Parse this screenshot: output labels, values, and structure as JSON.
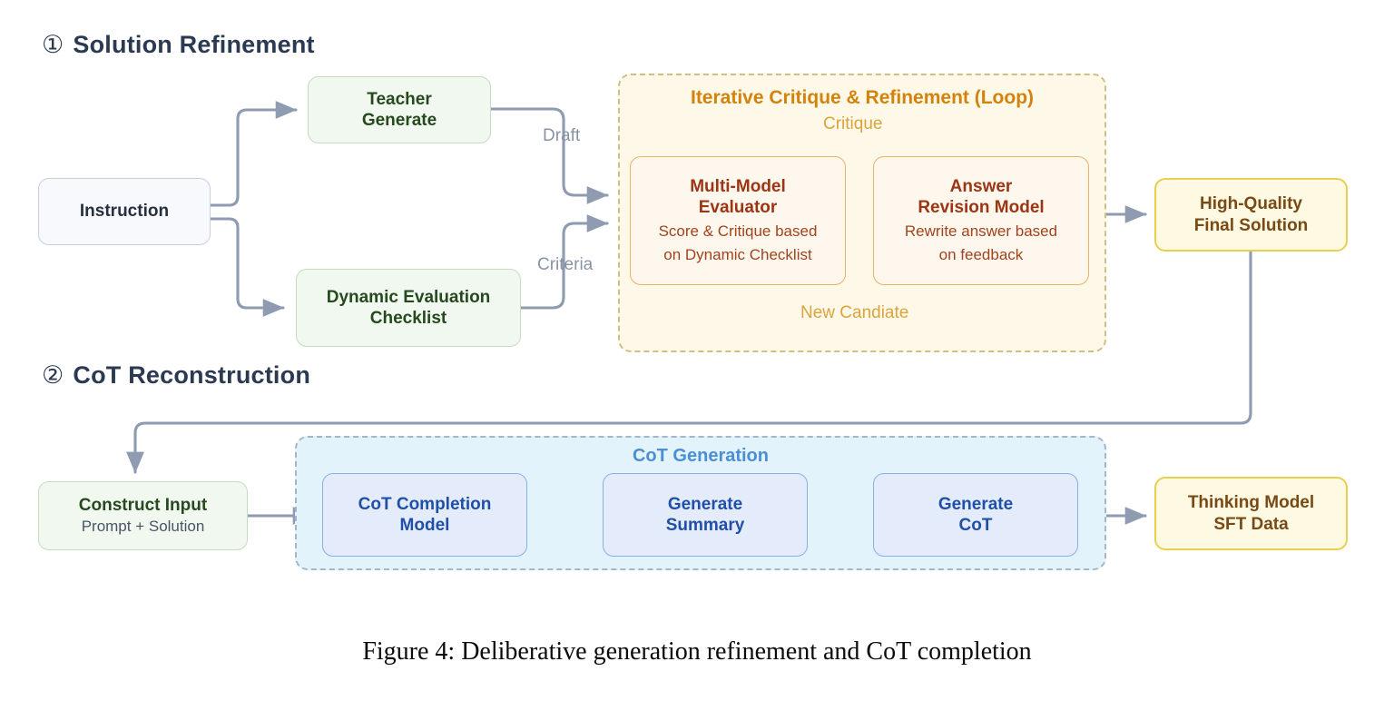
{
  "sections": [
    {
      "num": "①",
      "title": "Solution Refinement"
    },
    {
      "num": "②",
      "title": "CoT Reconstruction"
    }
  ],
  "nodes": {
    "instruction": {
      "title": "Instruction"
    },
    "teacher_generate": {
      "title_line1": "Teacher",
      "title_line2": "Generate"
    },
    "dynamic_checklist": {
      "title_line1": "Dynamic Evaluation",
      "title_line2": "Checklist"
    },
    "multi_model_evaluator": {
      "title_line1": "Multi-Model",
      "title_line2": "Evaluator",
      "sub_line1": "Score & Critique based",
      "sub_line2": "on Dynamic Checklist"
    },
    "answer_revision_model": {
      "title_line1": "Answer",
      "title_line2": "Revision Model",
      "sub_line1": "Rewrite answer based",
      "sub_line2": "on feedback"
    },
    "high_quality_final_solution": {
      "title_line1": "High-Quality",
      "title_line2": "Final Solution"
    },
    "construct_input": {
      "title": "Construct Input",
      "sub": "Prompt + Solution"
    },
    "cot_completion_model": {
      "title_line1": "CoT Completion",
      "title_line2": "Model"
    },
    "generate_summary": {
      "title_line1": "Generate",
      "title_line2": "Summary"
    },
    "generate_cot": {
      "title_line1": "Generate",
      "title_line2": "CoT"
    },
    "thinking_model_sft_data": {
      "title_line1": "Thinking Model",
      "title_line2": "SFT Data"
    }
  },
  "containers": {
    "loop": {
      "title": "Iterative Critique & Refinement (Loop)"
    },
    "cot_generation": {
      "title": "CoT Generation"
    }
  },
  "edge_labels": {
    "draft": "Draft",
    "criteria": "Criteria",
    "critique": "Critique",
    "new_candidate": "New Candiate"
  },
  "caption": "Figure 4: Deliberative generation refinement and CoT completion",
  "colors": {
    "heading": "#2b3a52",
    "green_fill": "#f1f8ef",
    "green_border": "#c3ddbd",
    "green_text": "#27491f",
    "neutral_fill": "#f7f9fc",
    "neutral_border": "#c7cfdd",
    "orange_fill": "#fdf7ed",
    "orange_border": "#e8b464",
    "orange_text": "#9c3514",
    "loop_fill": "#fdf8e8",
    "loop_border": "#cdbf86",
    "loop_title": "#d4820a",
    "yellow_fill": "#fdf9e3",
    "yellow_border": "#e8cf4e",
    "yellow_text": "#7a4a15",
    "blue_fill": "#e4ecfb",
    "blue_border": "#89aee8",
    "blue_text": "#1f4fa8",
    "cot_fill": "#e3f3fb",
    "cot_border": "#a6b6c6",
    "cot_title": "#4a8fd4",
    "arrow_grey": "#8e9bb0",
    "arrow_blue": "#2f63ab",
    "loop_arrow": "#e8b464"
  }
}
